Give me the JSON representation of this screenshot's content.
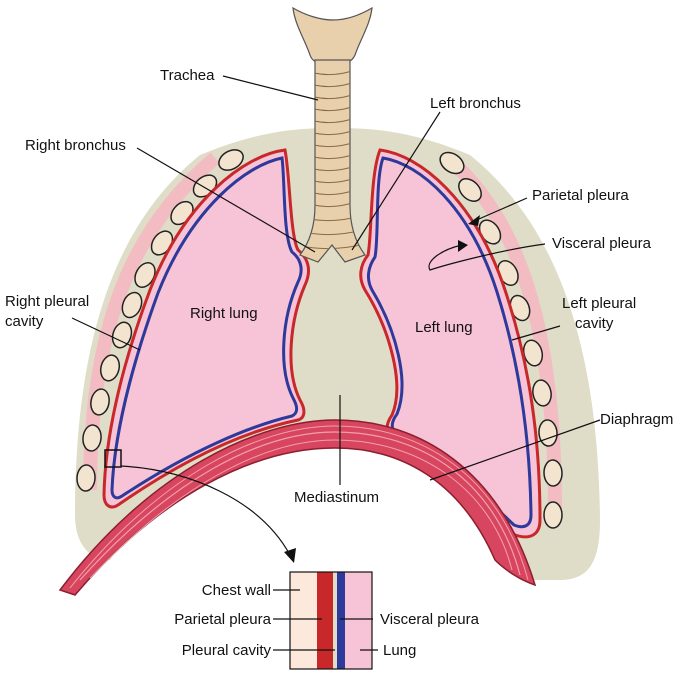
{
  "labels": {
    "trachea": "Trachea",
    "left_bronchus": "Left bronchus",
    "right_bronchus": "Right bronchus",
    "parietal_pleura": "Parietal pleura",
    "visceral_pleura": "Visceral pleura",
    "right_pleural_cavity_1": "Right pleural",
    "right_pleural_cavity_2": "cavity",
    "left_pleural_cavity_1": "Left pleural",
    "left_pleural_cavity_2": "cavity",
    "right_lung": "Right lung",
    "left_lung": "Left lung",
    "diaphragm": "Diaphragm",
    "mediastinum": "Mediastinum"
  },
  "inset": {
    "chest_wall": "Chest wall",
    "parietal_pleura": "Parietal pleura",
    "pleural_cavity": "Pleural cavity",
    "visceral_pleura": "Visceral pleura",
    "lung": "Lung"
  },
  "colors": {
    "lung_fill": "#f7c3d6",
    "mediastinum_fill": "#dfdcc8",
    "parietal_pleura": "#c8282a",
    "visceral_pleura": "#2d3a9c",
    "diaphragm": "#d8455e",
    "rib_fill": "#f3e4cf",
    "trachea_fill": "#e8d0ad",
    "chest_wall": "#fde8dc"
  }
}
